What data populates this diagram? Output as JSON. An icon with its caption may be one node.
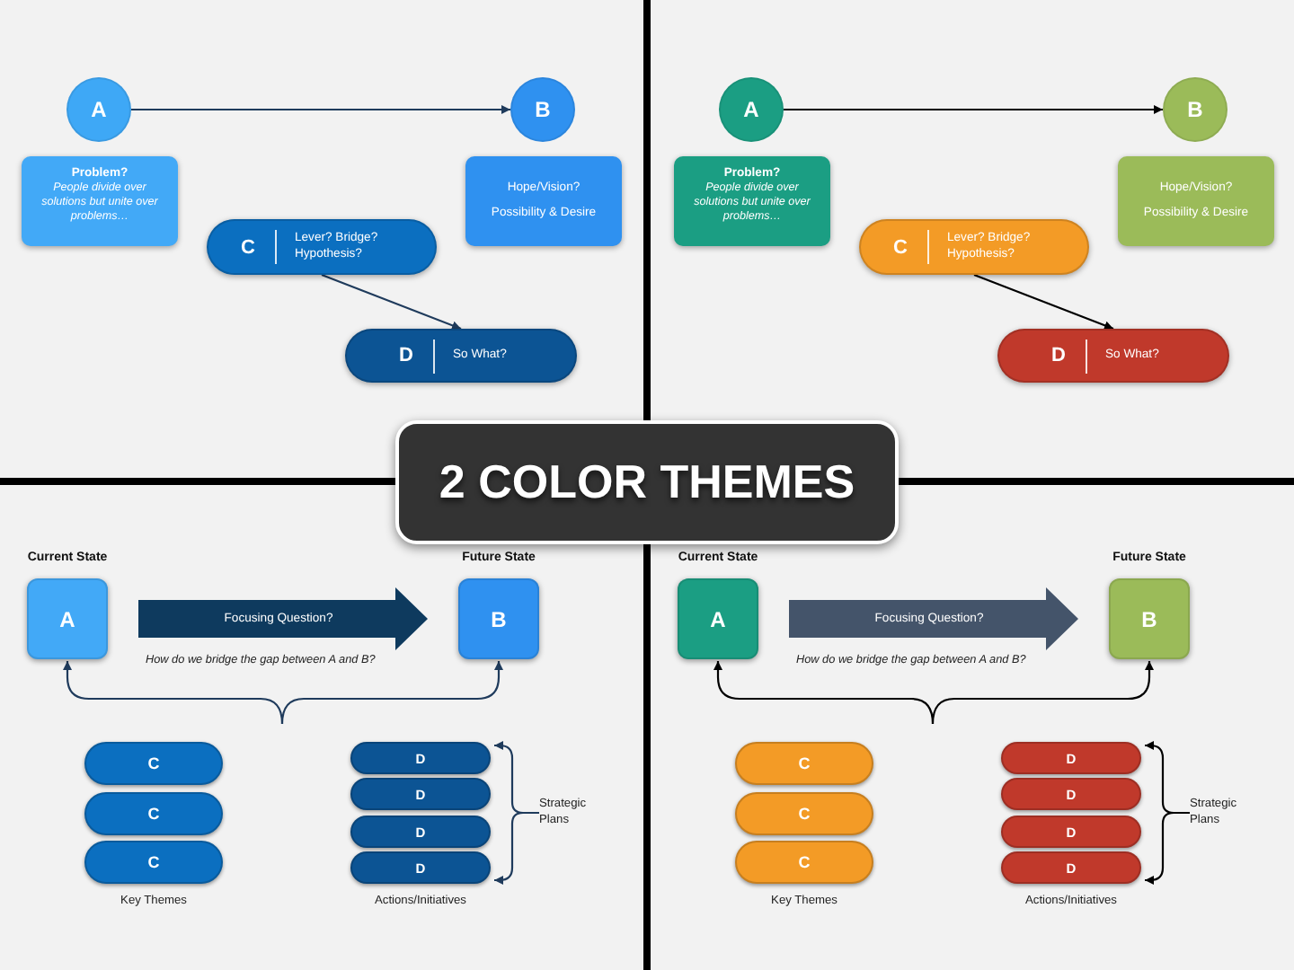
{
  "diagram": {
    "title": "2 COLOR THEMES",
    "nodes": [
      {
        "text": [
          "A"
        ]
      },
      {
        "text": [
          "B"
        ]
      },
      {
        "text": [
          "Problem?",
          "People divide over solutions but unite over problems…"
        ]
      },
      {
        "text": [
          "Hope/Vision?",
          "Possibility & Desire"
        ]
      },
      {
        "text": [
          "C",
          "Lever? Bridge? Hypothesis?"
        ]
      },
      {
        "text": [
          "D",
          "So What?"
        ]
      },
      {
        "text": [
          "A"
        ]
      },
      {
        "text": [
          "B"
        ]
      },
      {
        "text": [
          "Problem?",
          "People divide over solutions but unite over problems…"
        ]
      },
      {
        "text": [
          "Hope/Vision?",
          "Possibility & Desire"
        ]
      },
      {
        "text": [
          "C",
          "Lever? Bridge? Hypothesis?"
        ]
      },
      {
        "text": [
          "D",
          "So What?"
        ]
      },
      {
        "text": [
          "Current State",
          "A"
        ]
      },
      {
        "text": [
          "Focusing Question?"
        ],
        "beside": [
          "How do we bridge the gap between A and B?"
        ]
      },
      {
        "text": [
          "Future State",
          "B"
        ]
      },
      {
        "text": [
          "C"
        ]
      },
      {
        "text": [
          "C"
        ]
      },
      {
        "text": [
          "C"
        ]
      },
      {
        "text": [
          "D"
        ]
      },
      {
        "text": [
          "D"
        ]
      },
      {
        "text": [
          "D"
        ]
      },
      {
        "text": [
          "D"
        ]
      },
      {
        "text": [
          "Strategic Plans"
        ]
      },
      {
        "text": [
          "Current State",
          "A"
        ]
      },
      {
        "text": [
          "Focusing Question?"
        ],
        "beside": [
          "How do we bridge the gap between A and B?"
        ]
      },
      {
        "text": [
          "Future State",
          "B"
        ]
      },
      {
        "text": [
          "C"
        ]
      },
      {
        "text": [
          "C"
        ]
      },
      {
        "text": [
          "C"
        ]
      },
      {
        "text": [
          "D"
        ]
      },
      {
        "text": [
          "D"
        ]
      },
      {
        "text": [
          "D"
        ]
      },
      {
        "text": [
          "D"
        ]
      },
      {
        "text": [
          "Strategic Plans"
        ]
      }
    ],
    "edges": [
      {
        "from": 0,
        "to": 1,
        "arrow": "to"
      },
      {
        "from": 4,
        "to": 5,
        "arrow": "to"
      },
      {
        "from": 6,
        "to": 7,
        "arrow": "to",
        "color": "#000000"
      },
      {
        "from": 10,
        "to": 11,
        "arrow": "to",
        "color": "#000000"
      },
      {
        "from": null,
        "to": 12,
        "arrow": "to"
      },
      {
        "from": null,
        "to": 14,
        "arrow": "to"
      },
      {
        "from": 22,
        "to": 18,
        "arrow": "to"
      },
      {
        "from": 22,
        "to": 21,
        "arrow": "to"
      },
      {
        "from": null,
        "to": 23,
        "arrow": "to",
        "color": "#000000"
      },
      {
        "from": null,
        "to": 25,
        "arrow": "to",
        "color": "#000000"
      },
      {
        "from": 33,
        "to": 29,
        "arrow": "to",
        "color": "#000000"
      },
      {
        "from": 33,
        "to": 32,
        "arrow": "to",
        "color": "#000000"
      }
    ],
    "labels": [
      "Key Themes",
      "Actions/Initiatives",
      "Key Themes",
      "Actions/Initiatives"
    ]
  }
}
